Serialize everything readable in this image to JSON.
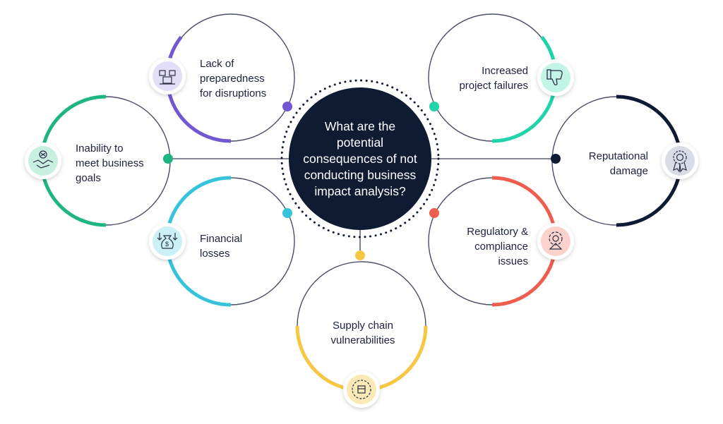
{
  "center": {
    "lines": [
      "What are the",
      "potential",
      "consequences of not",
      "conducting business",
      "impact analysis?"
    ],
    "color": "#0f1a33"
  },
  "nodes": [
    {
      "id": "preparedness",
      "lines": [
        "Lack of",
        "preparedness",
        "for disruptions"
      ],
      "color": "#7356d1",
      "icon_bg": "#e3def8",
      "icon": "boxes-icon"
    },
    {
      "id": "inability",
      "lines": [
        "Inability to",
        "meet business",
        "goals"
      ],
      "color": "#1fb583",
      "icon_bg": "#c9efe1",
      "icon": "handshake-icon"
    },
    {
      "id": "financial",
      "lines": [
        "Financial",
        "losses"
      ],
      "color": "#35c4dc",
      "icon_bg": "#cbf1f6",
      "icon": "money-bag-icon"
    },
    {
      "id": "supply",
      "lines": [
        "Supply chain",
        "vulnerabilities"
      ],
      "color": "#f7c744",
      "icon_bg": "#fbe9b6",
      "icon": "supply-chain-icon"
    },
    {
      "id": "regulatory",
      "lines": [
        "Regulatory &",
        "compliance",
        "issues"
      ],
      "color": "#ee5d4d",
      "icon_bg": "#fbd2cc",
      "icon": "compliance-gear-icon"
    },
    {
      "id": "reputational",
      "lines": [
        "Reputational",
        "damage"
      ],
      "color": "#0f1a33",
      "icon_bg": "#d9dbe6",
      "icon": "award-badge-icon"
    },
    {
      "id": "project",
      "lines": [
        "Increased",
        "project failures"
      ],
      "color": "#20d3a8",
      "icon_bg": "#c3f5e7",
      "icon": "thumbs-down-icon"
    }
  ]
}
